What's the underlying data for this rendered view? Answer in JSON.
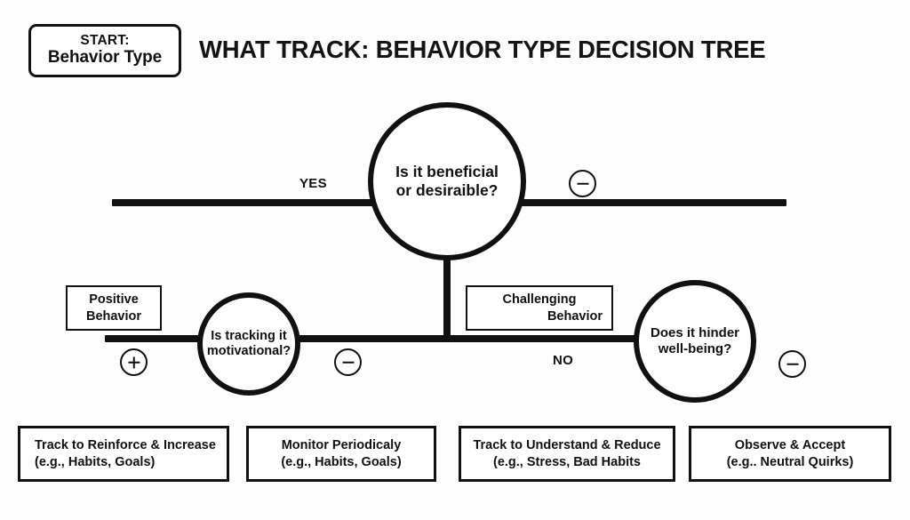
{
  "header": {
    "title": "WHAT TRACK: BEHAVIOR TYPE DECISION TREE",
    "start_box": {
      "line1": "START:",
      "line2": "Behavior Type"
    }
  },
  "decisions": [
    {
      "id": "beneficial",
      "line1": "Is it beneficial",
      "line2": "or desiraible?"
    },
    {
      "id": "motivational",
      "line1": "Is tracking it",
      "line2": "motivational?"
    },
    {
      "id": "hinder",
      "line1": "Does it hinder",
      "line2": "well-being?"
    }
  ],
  "edge_labels": {
    "yes": "YES",
    "no": "NO"
  },
  "markers": {
    "top_right": "minus-circle-icon",
    "mid_plus": "plus-circle-icon",
    "mid_minus": "minus-circle-icon",
    "right_minus": "minus-circle-icon"
  },
  "categories": [
    {
      "id": "positive",
      "line1": "Positive",
      "line2": "Behavior"
    },
    {
      "id": "challenging",
      "line1": "Challenging",
      "line2": "Behavior"
    }
  ],
  "outcomes": [
    {
      "line1": "Track to Reinforce & Increase",
      "line2": "(e.g., Habits, Goals)"
    },
    {
      "line1": "Monitor Periodicaly",
      "line2": "(e.g., Habits, Goals)"
    },
    {
      "line1": "Track to Understand & Reduce",
      "line2": "(e.g., Stress, Bad Habits"
    },
    {
      "line1": "Observe & Accept",
      "line2": "(e.g.. Neutral Quirks)"
    }
  ],
  "colors": {
    "ink": "#111111",
    "background": "#fdfdfd"
  }
}
